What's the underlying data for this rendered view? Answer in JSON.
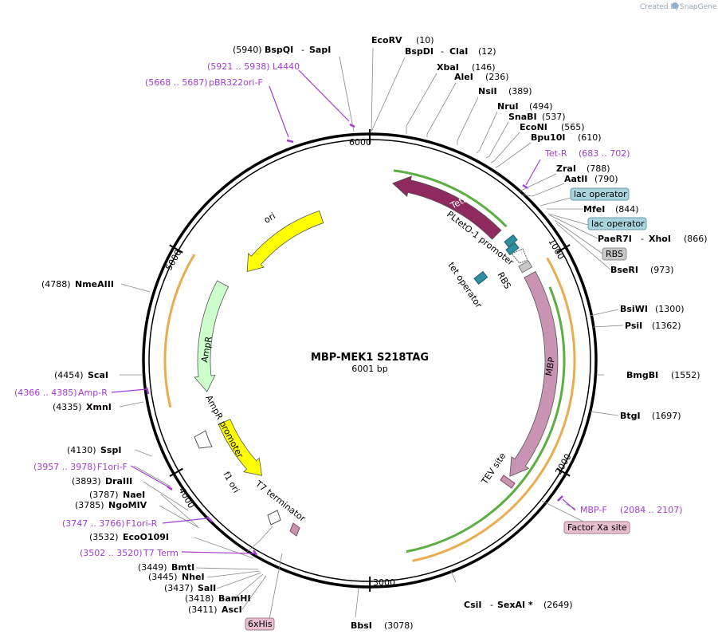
{
  "watermark": {
    "text": "Created by",
    "brand": "SnapGene"
  },
  "plasmid": {
    "name": "MBP-MEK1 S218TAG",
    "size_label": "6001 bp",
    "length": 6001
  },
  "ticks": [
    {
      "bp": 0,
      "label": "6000"
    },
    {
      "bp": 1000,
      "label": "1000"
    },
    {
      "bp": 2000,
      "label": "2000"
    },
    {
      "bp": 3000,
      "label": "3000"
    },
    {
      "bp": 4000,
      "label": "4000"
    },
    {
      "bp": 5000,
      "label": "5000"
    }
  ],
  "sites": [
    {
      "name": "BspQI",
      "extra": "SapI",
      "pos": "(5940)",
      "side": "L"
    },
    {
      "name": "EcoRV",
      "pos": "(10)",
      "side": "R"
    },
    {
      "name": "BspDI",
      "extra": "ClaI",
      "pos": "(12)",
      "side": "R"
    },
    {
      "name": "XbaI",
      "pos": "(146)",
      "side": "R"
    },
    {
      "name": "AleI",
      "pos": "(236)",
      "side": "R"
    },
    {
      "name": "NsiI",
      "pos": "(389)",
      "side": "R"
    },
    {
      "name": "NruI",
      "pos": "(494)",
      "side": "R"
    },
    {
      "name": "SnaBI",
      "pos": "(537)",
      "side": "R"
    },
    {
      "name": "EcoNI",
      "pos": "(565)",
      "side": "R"
    },
    {
      "name": "Bpu10I",
      "pos": "(610)",
      "side": "R"
    },
    {
      "name": "ZraI",
      "pos": "(788)",
      "side": "R"
    },
    {
      "name": "AatII",
      "pos": "(790)",
      "side": "R"
    },
    {
      "name": "MfeI",
      "pos": "(844)",
      "side": "R"
    },
    {
      "name": "PaeR7I",
      "extra": "XhoI",
      "pos": "(866)",
      "side": "R"
    },
    {
      "name": "BseRI",
      "pos": "(973)",
      "side": "R"
    },
    {
      "name": "BsiWI",
      "pos": "(1300)",
      "side": "R"
    },
    {
      "name": "PsiI",
      "pos": "(1362)",
      "side": "R"
    },
    {
      "name": "BmgBI",
      "pos": "(1552)",
      "side": "R"
    },
    {
      "name": "BtgI",
      "pos": "(1697)",
      "side": "R"
    },
    {
      "name": "CsiI",
      "extra": "SexAI *",
      "pos": "(2649)",
      "side": "R"
    },
    {
      "name": "BbsI",
      "pos": "(3078)",
      "side": "R"
    },
    {
      "name": "AscI",
      "pos": "(3411)",
      "side": "L"
    },
    {
      "name": "BamHI",
      "pos": "(3418)",
      "side": "L"
    },
    {
      "name": "SalI",
      "pos": "(3437)",
      "side": "L"
    },
    {
      "name": "NheI",
      "pos": "(3445)",
      "side": "L"
    },
    {
      "name": "BmtI",
      "pos": "(3449)",
      "side": "L"
    },
    {
      "name": "EcoO109I",
      "pos": "(3532)",
      "side": "L"
    },
    {
      "name": "NgoMIV",
      "pos": "(3785)",
      "side": "L"
    },
    {
      "name": "NaeI",
      "pos": "(3787)",
      "side": "L"
    },
    {
      "name": "DraIII",
      "pos": "(3893)",
      "side": "L"
    },
    {
      "name": "SspI",
      "pos": "(4130)",
      "side": "L"
    },
    {
      "name": "XmnI",
      "pos": "(4335)",
      "side": "L"
    },
    {
      "name": "ScaI",
      "pos": "(4454)",
      "side": "L"
    },
    {
      "name": "NmeAIII",
      "pos": "(4788)",
      "side": "L"
    }
  ],
  "primers": [
    {
      "name": "L4440",
      "range": "(5921 .. 5938)",
      "side": "L"
    },
    {
      "name": "pBR322ori-F",
      "range": "(5668 .. 5687)",
      "side": "L"
    },
    {
      "name": "Tet-R",
      "range": "(683 .. 702)",
      "side": "R"
    },
    {
      "name": "MBP-F",
      "range": "(2084 .. 2107)",
      "side": "R"
    },
    {
      "name": "T7 Term",
      "range": "(3502 .. 3520)",
      "side": "L"
    },
    {
      "name": "F1ori-R",
      "range": "(3747 .. 3766)",
      "side": "L"
    },
    {
      "name": "F1ori-F",
      "range": "(3957 .. 3978)",
      "side": "L"
    },
    {
      "name": "Amp-R",
      "range": "(4366 .. 4385)",
      "side": "L"
    }
  ],
  "boxed_labels": [
    {
      "text": "lac operator",
      "style": "lac"
    },
    {
      "text": "lac operator",
      "style": "lac"
    },
    {
      "text": "RBS",
      "style": "rbs"
    },
    {
      "text": "Factor Xa site",
      "style": "pink"
    },
    {
      "text": "6xHis",
      "style": "pink"
    }
  ],
  "features": [
    {
      "name": "TetR",
      "start": 755,
      "end": 123,
      "color": "#8f2a5e",
      "text_color": "#ffffff"
    },
    {
      "name": "MBP",
      "start": 1030,
      "end": 2160,
      "color": "#c994b1",
      "text_color": "#000000"
    },
    {
      "name": "ori",
      "start": 5690,
      "end": 5100,
      "color": "#ffff00",
      "text_color": "#000000"
    },
    {
      "name": "AmpR",
      "start": 4960,
      "end": 4320,
      "color": "#ccffcc",
      "text_color": "#000000"
    },
    {
      "name": "f1 ori",
      "start": 4120,
      "end": 3720,
      "color": "#ffff00",
      "text_color": "#000000"
    }
  ],
  "inner_labels": [
    {
      "text": "PLtetO-1 promoter"
    },
    {
      "text": "RBS"
    },
    {
      "text": "tet operator"
    },
    {
      "text": "AmpR promoter"
    },
    {
      "text": "T7 terminator"
    },
    {
      "text": "TEV site"
    }
  ],
  "colors": {
    "backbone": "#000000",
    "primer": "#a43cd3",
    "orf_green": "#4aa52e",
    "orf_orange": "#e8a33c",
    "lac_box_fill": "#a9d4de",
    "rbs_box_fill": "#c8c8c8",
    "pink_box_fill": "#e7bfd0"
  }
}
